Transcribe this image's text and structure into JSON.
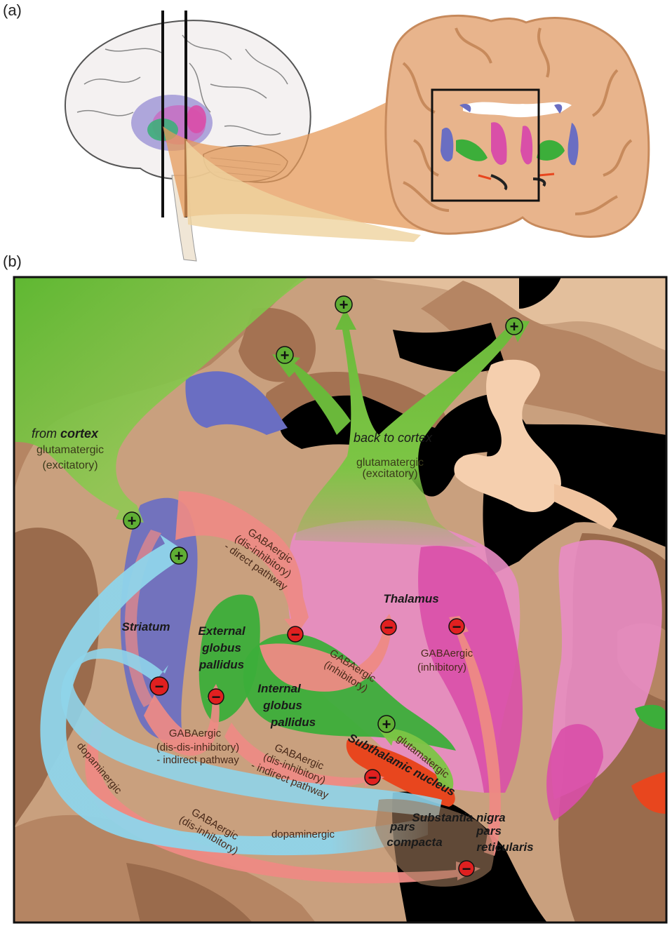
{
  "panels": {
    "a": "(a)",
    "b": "(b)"
  },
  "labels": {
    "from": "from",
    "cortex": "cortex",
    "from_glut": "glutamatergic",
    "from_excit": "(excitatory)",
    "back_to_cortex": "back to cortex",
    "back_glut": "glutamatergic",
    "back_excit": "(excitatory)",
    "striatum": "Striatum",
    "ext_gp_1": "External",
    "ext_gp_2": "globus",
    "ext_gp_3": "pallidus",
    "int_gp_1": "Internal",
    "int_gp_2": "globus",
    "int_gp_3": "pallidus",
    "thalamus": "Thalamus",
    "stn": "Subthalamic nucleus",
    "sn": "Substantia nigra",
    "pc_1": "pars",
    "pc_2": "compacta",
    "pr_1": "pars",
    "pr_2": "reticularis",
    "direct_1": "GABAergic",
    "direct_2": "(dis-inhibitory)",
    "direct_3": "- direct pathway",
    "gpi_thal_1": "GABAergic",
    "gpi_thal_2": "(inhibitory)",
    "snr_thal_1": "GABAergic",
    "snr_thal_2": "(inhibitory)",
    "indirect1_1": "GABAergic",
    "indirect1_2": "(dis-dis-inhibitory)",
    "indirect1_3": "- indirect pathway",
    "indirect2_1": "GABAergic",
    "indirect2_2": "(dis-inhibitory)",
    "indirect2_3": "- indirect pathway",
    "stn_glut": "glutamatergic",
    "dopa_1": "dopaminergic",
    "dopa_2": "dopaminergic",
    "snr_dis_1": "GABAergic",
    "snr_dis_2": "(dis-inhibitory)"
  },
  "signs": {
    "plus": "+",
    "minus": "−"
  },
  "colors": {
    "excitatory": "#6ab83a",
    "inhibitory": "#ee8a84",
    "dopaminergic": "#8fd4ea",
    "striatum": "#6a6ec2",
    "pallidus": "#3cae3a",
    "thalamus": "#e07ab4",
    "stn": "#e8461e",
    "background_tissue": "#c9a07e"
  }
}
